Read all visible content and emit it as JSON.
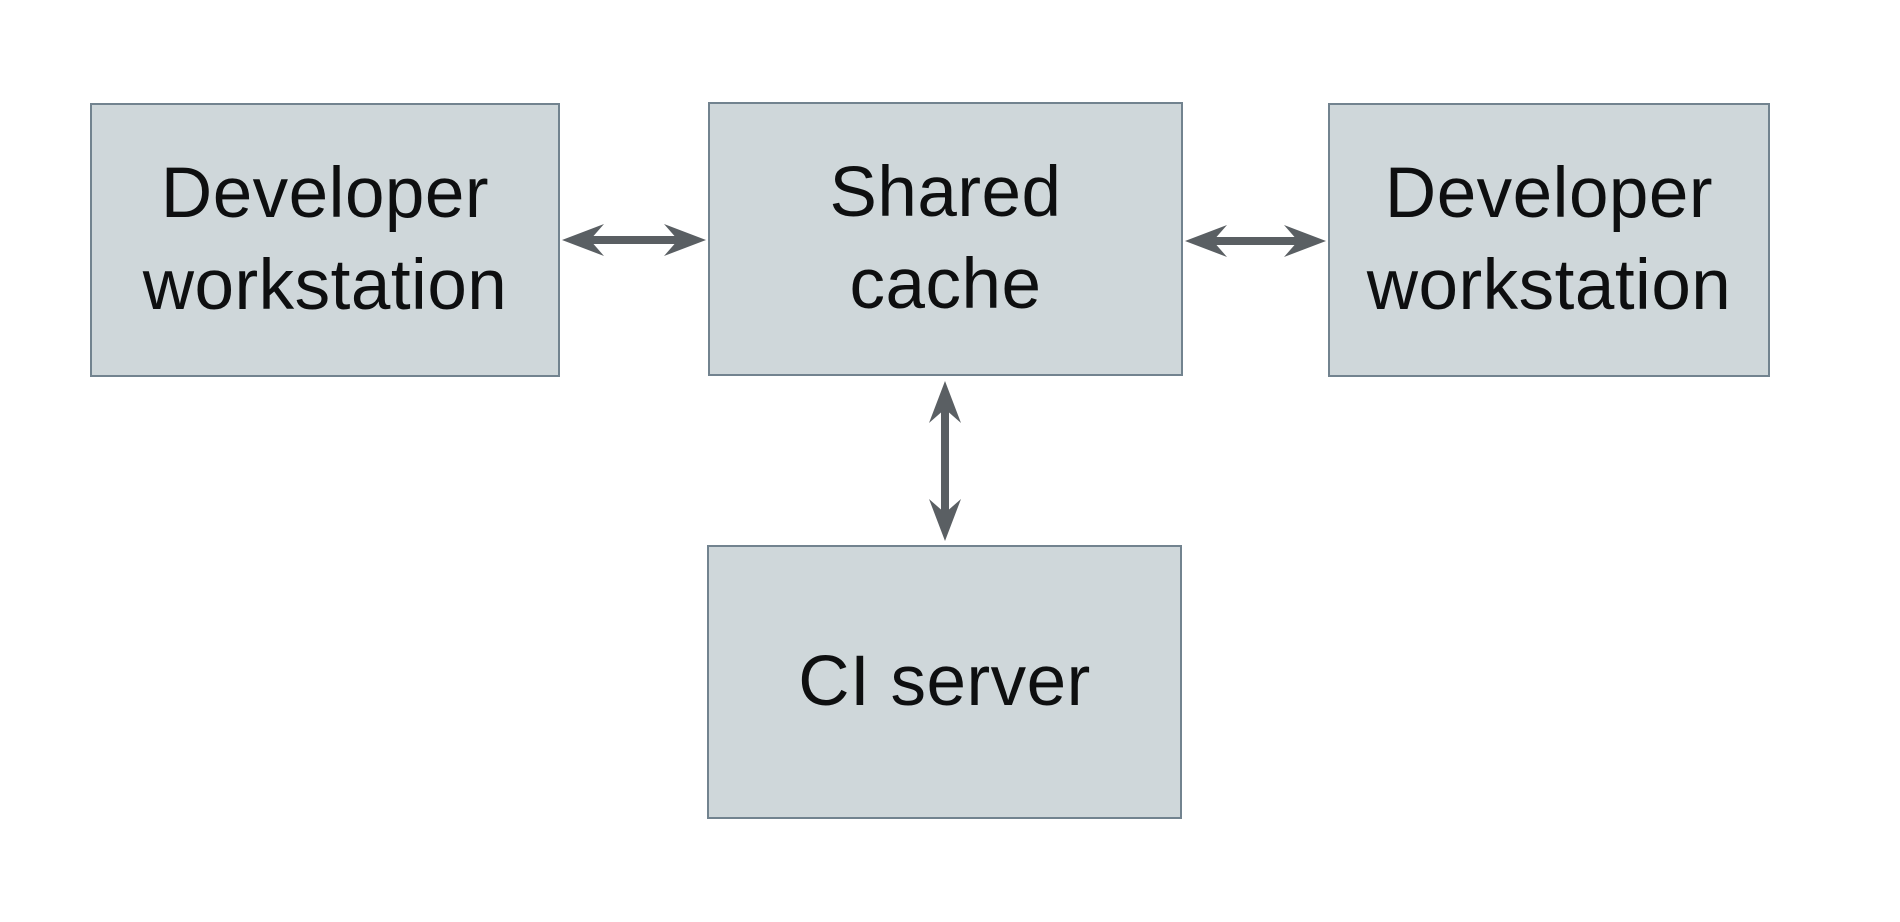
{
  "diagram": {
    "type": "architecture-diagram",
    "background": "#ffffff",
    "colors": {
      "box_fill": "#cfd7da",
      "box_border": "#72838f",
      "arrow": "#5a5f63",
      "text": "#0e0f10"
    },
    "nodes": [
      {
        "id": "developer-workstation-left",
        "label": "Developer workstation",
        "lines": [
          "Developer",
          "workstation"
        ]
      },
      {
        "id": "shared-cache",
        "label": "Shared cache",
        "lines": [
          "Shared",
          "cache"
        ]
      },
      {
        "id": "developer-workstation-right",
        "label": "Developer workstation",
        "lines": [
          "Developer",
          "workstation"
        ]
      },
      {
        "id": "ci-server",
        "label": "CI server",
        "lines": [
          "CI server"
        ]
      }
    ],
    "edges": [
      {
        "from": "developer-workstation-left",
        "to": "shared-cache",
        "direction": "bidirectional",
        "style": "double-headed-arrow"
      },
      {
        "from": "shared-cache",
        "to": "developer-workstation-right",
        "direction": "bidirectional",
        "style": "double-headed-arrow"
      },
      {
        "from": "shared-cache",
        "to": "ci-server",
        "direction": "bidirectional",
        "style": "double-headed-arrow"
      }
    ]
  }
}
